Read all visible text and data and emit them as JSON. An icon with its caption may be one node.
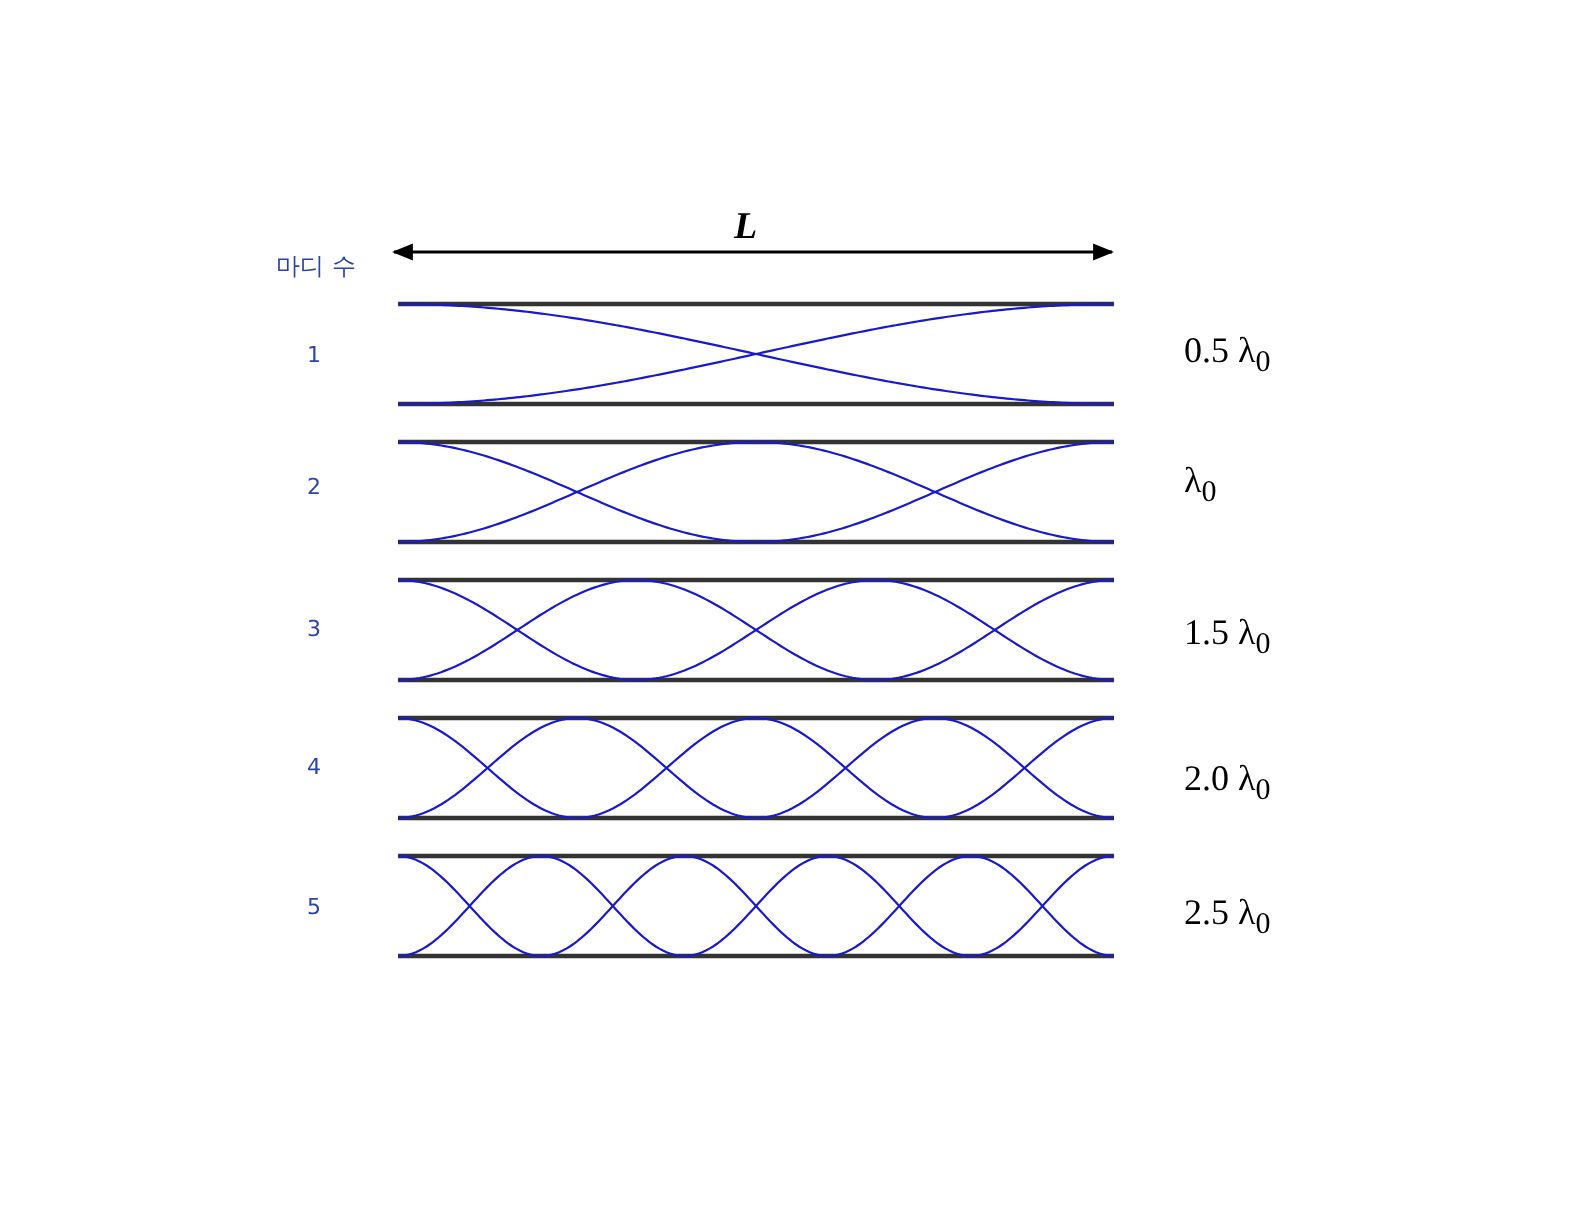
{
  "diagram": {
    "labels": [
      "L",
      "마디 수",
      "1",
      "0.5 λ$_{0}$",
      "2",
      "λ$_{0}$",
      "3",
      "1.5 λ$_{0}$",
      "4",
      "2.0 λ$_{0}$",
      "5",
      "2.5 λ$_{0}$"
    ]
  }
}
